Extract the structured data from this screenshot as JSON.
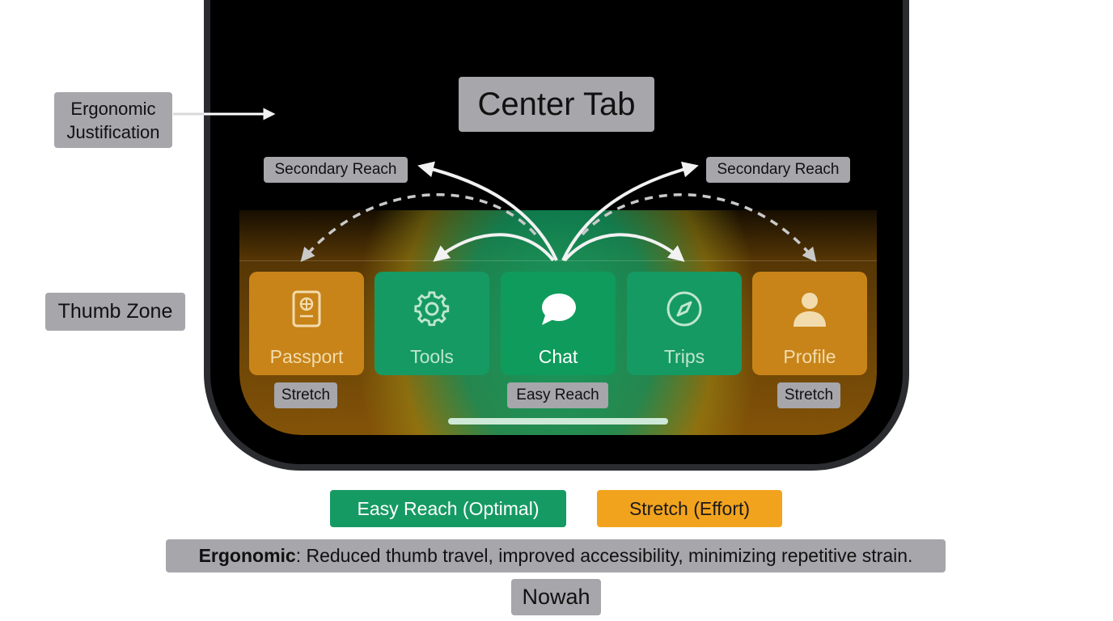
{
  "annotations": {
    "ergonomic_justification": "Ergonomic\nJustification",
    "thumb_zone": "Thumb Zone",
    "center_tab": "Center Tab",
    "secondary_reach_left": "Secondary Reach",
    "secondary_reach_right": "Secondary Reach",
    "stretch_left": "Stretch",
    "easy_reach": "Easy Reach",
    "stretch_right": "Stretch"
  },
  "tabs": [
    {
      "label": "Passport",
      "icon": "passport-icon",
      "zone": "stretch"
    },
    {
      "label": "Tools",
      "icon": "gear-icon",
      "zone": "easy"
    },
    {
      "label": "Chat",
      "icon": "chat-bubble-icon",
      "zone": "easy",
      "active": true
    },
    {
      "label": "Trips",
      "icon": "compass-icon",
      "zone": "easy"
    },
    {
      "label": "Profile",
      "icon": "person-icon",
      "zone": "stretch"
    }
  ],
  "legend": {
    "easy": "Easy Reach (Optimal)",
    "stretch": "Stretch (Effort)"
  },
  "caption": {
    "bold": "Ergonomic",
    "text": ": Reduced thumb travel, improved accessibility, minimizing repetitive strain."
  },
  "brand": "Nowah",
  "colors": {
    "easy": "#169a63",
    "stretch": "#f2a31e",
    "label_bg": "#a6a6ab",
    "screen": "#000000"
  }
}
